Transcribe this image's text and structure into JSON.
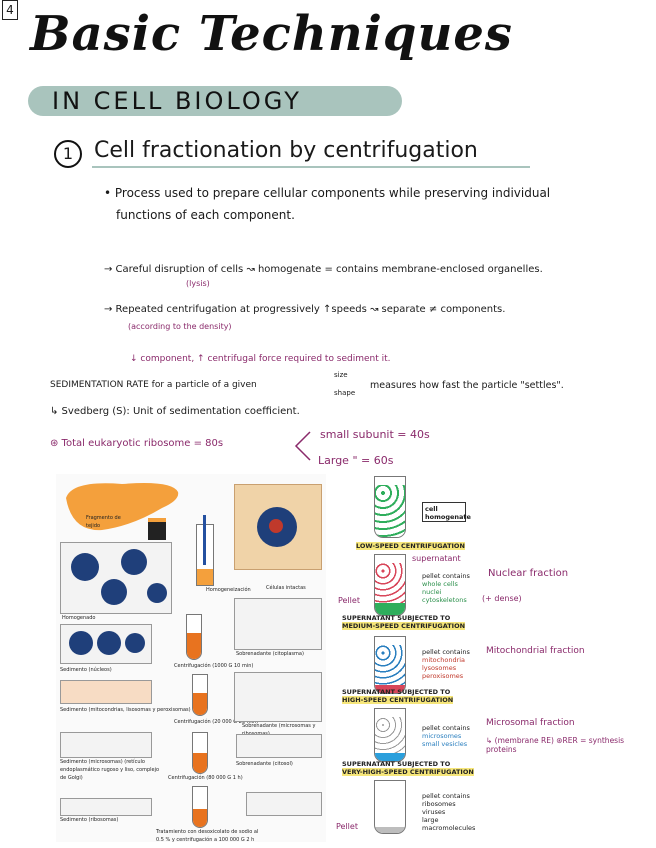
{
  "page": {
    "page_number": "4",
    "title": "Basic Techniques",
    "subtitle": "IN CELL BIOLOGY"
  },
  "section": {
    "number": "1",
    "title": "Cell fractionation by centrifugation"
  },
  "notes": {
    "bullet1_line1": "• Process used to prepare cellular components while preserving individual",
    "bullet1_line2": "functions of each component.",
    "arrow1_text": "→ Careful disruption of cells ↝ homogenate = contains membrane-enclosed organelles.",
    "arrow1_note": "(lysis)",
    "arrow2_text": "→ Repeated centrifugation at progressively ↑speeds ↝ separate ≠ components.",
    "arrow2_note": "(according to the density)",
    "purple_note": "↓ component, ↑ centrifugal force required to sediment it.",
    "sed_rate_a": "SEDIMENTATION RATE for a particle of a given",
    "sed_size": "size",
    "sed_shape": "shape",
    "sed_rate_b": "measures how fast the particle \"settles\".",
    "svedberg": "↳ Svedberg (S): Unit of sedimentation coefficient.",
    "ribosome": "⊛ Total eukaryotic ribosome = 80s",
    "small_subunit": "small subunit = 40s",
    "large_subunit": "Large \" = 60s"
  },
  "left_figure": {
    "liver_label": "Fragmento de tejido",
    "homogenado": "Homogenado",
    "homogenizacion": "Homogeneización",
    "celulas_intactas": "Células intactas",
    "sed_nucleos": "Sedimento (núcleos)",
    "centrif_1": "Centrifugación (1000 G 10 min)",
    "sobrenadante": "Sobrenadante (citoplasma)",
    "sed_mito": "Sedimento (mitocondrias, lisosomas y peroxisomas)",
    "centrif_2": "Centrifugación (20 000 G 20 min)",
    "sobrenadante_2": "Sobrenadante (microsomas y ribosomas)",
    "sed_micro": "Sedimento (microsomas) (retículo endoplasmático rugoso y liso, complejo de Golgi)",
    "centrif_3": "Centrifugación (80 000 G 1 h)",
    "sobrenadante_3": "Sobrenadante (citosol)",
    "sed_ribo": "Sedimento (ribosomas)",
    "tratamiento": "Tratamiento con desoxicolato de sodio al 0.5 % y centrifugación a 100 000 G 2 h"
  },
  "right_figure": {
    "cell_homogenate": "cell homogenate",
    "low_speed": "LOW-SPEED CENTRIFUGATION",
    "supernatant_note": "supernatant",
    "pellet1_head": "pellet contains",
    "pellet1_items": [
      "whole cells",
      "nuclei",
      "cytoskeletons"
    ],
    "nuclear_fraction": "Nuclear fraction",
    "pellet_label": "Pellet",
    "dense_note": "(+ dense)",
    "medium_speed_a": "SUPERNATANT SUBJECTED TO",
    "medium_speed_b": "MEDIUM-SPEED CENTRIFUGATION",
    "pellet2_head": "pellet contains",
    "pellet2_items": [
      "mitochondria",
      "lysosomes",
      "peroxisomes"
    ],
    "mito_fraction": "Mitochondrial fraction",
    "high_speed_a": "SUPERNATANT SUBJECTED TO",
    "high_speed_b": "HIGH-SPEED CENTRIFUGATION",
    "pellet3_head": "pellet contains",
    "pellet3_items": [
      "microsomes",
      "small vesicles"
    ],
    "microsomal_fraction": "Microsomal fraction",
    "microsomal_note": "↳ (membrane RE) ⊛RER = synthesis proteins",
    "very_high_a": "SUPERNATANT SUBJECTED TO",
    "very_high_b": "VERY-HIGH-SPEED CENTRIFUGATION",
    "pellet4_head": "pellet contains",
    "pellet4_items": [
      "ribosomes",
      "viruses",
      "large",
      "macromolecules"
    ],
    "pellet_bottom": "Pellet"
  }
}
